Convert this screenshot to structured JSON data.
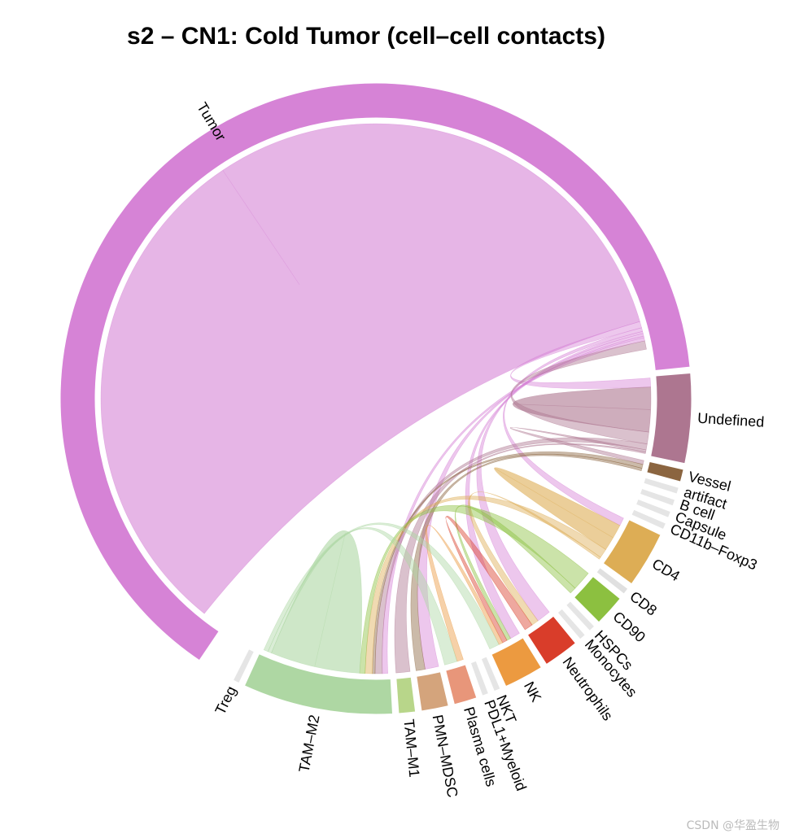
{
  "chart_data": {
    "type": "chord",
    "title": "s2 – CN1: Cold Tumor (cell–cell contacts)",
    "sectors": [
      {
        "name": "Tumor",
        "value": 6000,
        "color": "#d683d6"
      },
      {
        "name": "Undefined",
        "value": 430,
        "color": "#ad7690"
      },
      {
        "name": "Vessel",
        "value": 60,
        "color": "#8b6540"
      },
      {
        "name": "artifact",
        "value": 2,
        "color": "#e5e5e5"
      },
      {
        "name": "B cell",
        "value": 2,
        "color": "#e5e5e5"
      },
      {
        "name": "Capsule",
        "value": 2,
        "color": "#e5e5e5"
      },
      {
        "name": "CD11b–Foxp3",
        "value": 2,
        "color": "#e5e5e5"
      },
      {
        "name": "CD4",
        "value": 270,
        "color": "#ddad55"
      },
      {
        "name": "CD8",
        "value": 3,
        "color": "#e0e0e0"
      },
      {
        "name": "CD90",
        "value": 150,
        "color": "#8cc040"
      },
      {
        "name": "HSPCs",
        "value": 2,
        "color": "#e5e5e5"
      },
      {
        "name": "Monocytes",
        "value": 2,
        "color": "#e5e5e5"
      },
      {
        "name": "Neutrophils",
        "value": 170,
        "color": "#d93d2a"
      },
      {
        "name": "NK",
        "value": 190,
        "color": "#ec9a40"
      },
      {
        "name": "NKT",
        "value": 2,
        "color": "#e5e5e5"
      },
      {
        "name": "PDL1+Myeloid",
        "value": 2,
        "color": "#e5e5e5"
      },
      {
        "name": "Plasma cells",
        "value": 110,
        "color": "#e8967a"
      },
      {
        "name": "PMN–MDSC",
        "value": 130,
        "color": "#d4a47c"
      },
      {
        "name": "TAM–M1",
        "value": 80,
        "color": "#b8d68a"
      },
      {
        "name": "TAM–M2",
        "value": 720,
        "color": "#aed7a3"
      },
      {
        "name": "Treg",
        "value": 2,
        "color": "#e5e5e5"
      }
    ],
    "links": [
      {
        "from": "Tumor",
        "to": "Tumor",
        "value": 4800
      },
      {
        "from": "Tumor",
        "to": "Undefined",
        "value": 60
      },
      {
        "from": "Tumor",
        "to": "CD4",
        "value": 35
      },
      {
        "from": "Tumor",
        "to": "Neutrophils",
        "value": 20
      },
      {
        "from": "Tumor",
        "to": "NK",
        "value": 25
      },
      {
        "from": "Tumor",
        "to": "PMN–MDSC",
        "value": 15
      },
      {
        "from": "Tumor",
        "to": "TAM–M2",
        "value": 30
      },
      {
        "from": "Undefined",
        "to": "Undefined",
        "value": 150
      },
      {
        "from": "Undefined",
        "to": "Tumor",
        "value": 80
      },
      {
        "from": "Undefined",
        "to": "TAM–M2",
        "value": 40
      },
      {
        "from": "Undefined",
        "to": "Vessel",
        "value": 15
      },
      {
        "from": "Undefined",
        "to": "TAM–M1",
        "value": 10
      },
      {
        "from": "Vessel",
        "to": "TAM–M2",
        "value": 15
      },
      {
        "from": "Vessel",
        "to": "PMN–MDSC",
        "value": 10
      },
      {
        "from": "CD4",
        "to": "CD4",
        "value": 60
      },
      {
        "from": "CD4",
        "to": "TAM–M2",
        "value": 40
      },
      {
        "from": "CD4",
        "to": "Neutrophils",
        "value": 10
      },
      {
        "from": "CD90",
        "to": "TAM–M2",
        "value": 30
      },
      {
        "from": "CD90",
        "to": "NK",
        "value": 10
      },
      {
        "from": "Neutrophils",
        "to": "NK",
        "value": 12
      },
      {
        "from": "NK",
        "to": "Plasma cells",
        "value": 10
      },
      {
        "from": "TAM–M2",
        "to": "TAM–M2",
        "value": 250
      },
      {
        "from": "TAM–M2",
        "to": "Plasma cells",
        "value": 20
      },
      {
        "from": "TAM–M2",
        "to": "NK",
        "value": 25
      }
    ]
  },
  "watermark": "CSDN @华盈生物"
}
